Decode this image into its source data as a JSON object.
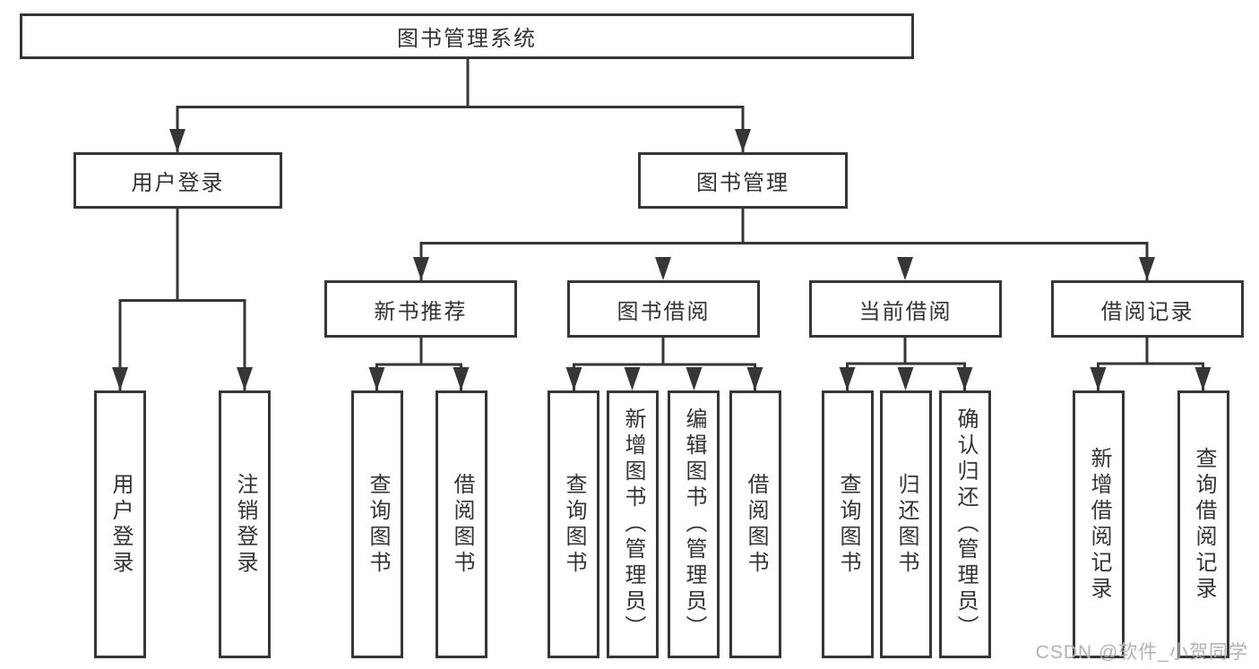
{
  "tree": {
    "root": "图书管理系统",
    "branches": [
      {
        "label": "用户登录",
        "children": [
          "用户登录",
          "注销登录"
        ]
      },
      {
        "label": "图书管理",
        "groups": [
          {
            "label": "新书推荐",
            "children": [
              "查询图书",
              "借阅图书"
            ]
          },
          {
            "label": "图书借阅",
            "children": [
              "查询图书",
              "新增图书（管理员）",
              "编辑图书（管理员）",
              "借阅图书"
            ]
          },
          {
            "label": "当前借阅",
            "children": [
              "查询图书",
              "归还图书",
              "确认归还（管理员）"
            ]
          },
          {
            "label": "借阅记录",
            "children": [
              "新增借阅记录",
              "查询借阅记录"
            ]
          }
        ]
      }
    ]
  },
  "watermark": "CSDN @软件_小贺同学",
  "colors": {
    "line": "#363636",
    "text": "#333333",
    "watermark": "#b1b1b1",
    "background": "#ffffff"
  }
}
